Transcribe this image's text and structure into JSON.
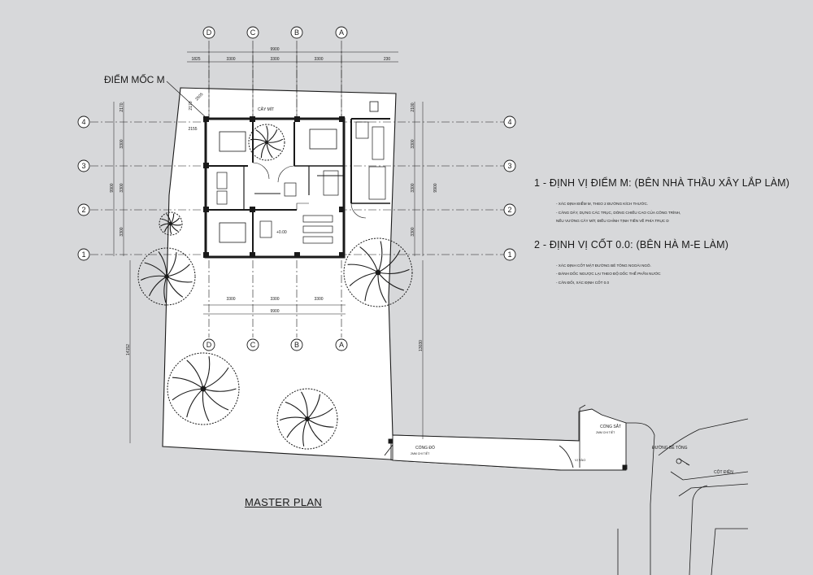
{
  "title": "MASTER PLAN",
  "marker_label": "ĐIỂM MỐC M",
  "grid_axes_vertical": [
    "D",
    "C",
    "B",
    "A"
  ],
  "grid_axes_horizontal": [
    "4",
    "3",
    "2",
    "1"
  ],
  "dimensions": {
    "top_total": "9900",
    "top_segments": [
      "1825",
      "3300",
      "3300",
      "3300",
      "230"
    ],
    "bottom_segments": [
      "3300",
      "3300",
      "3300"
    ],
    "bottom_total": "9900",
    "left_rows": [
      "2170",
      "3300",
      "3300",
      "3300"
    ],
    "left_total": "9900",
    "right_rows": [
      "2100",
      "3300",
      "3300",
      "3300"
    ],
    "right_total": "9900",
    "left_long": "14152",
    "right_long": "13030",
    "inner_top": "2170",
    "inner_left": "2155",
    "diag": "2505"
  },
  "labels": {
    "tree_label": "CÂY MÍT",
    "level": "+0.00",
    "gate_right": "CỔNG SẮT",
    "gate_right_sub": "2MM CHI TIẾT",
    "gate_left": "CỔNG ĐỎ",
    "gate_left_sub": "2MM CHI TIẾT",
    "driveway": "VỊ VÀO",
    "road": "ĐƯỜNG BÊ TÔNG",
    "pole": "CỘT ĐIỆN"
  },
  "notes": {
    "heading1": "1 - ĐỊNH VỊ ĐIỂM M: (BÊN NHÀ THẦU XÂY LẮP LÀM)",
    "items1": [
      "- XÁC ĐỊNH ĐIỂM M, THEO 2 ĐƯỜNG KÍCH THƯỚC.",
      "- CĂNG DÂY, DỰNG CÁC TRỤC, DÓNG CHIẾU CAO CỦA CÔNG TRÌNH,",
      "NẾU VƯỚNG CÂY MÍT, ĐIỀU CHỈNH TỊNH TIẾN VỀ PHÍA TRỤC D"
    ],
    "heading2": "2 - ĐỊNH VỊ CỐT 0.0: (BÊN HÀ M-E LÀM)",
    "items2": [
      "- XÁC ĐỊNH CỐT MẶT ĐƯỜNG BÊ TÔNG NGOÀI NGÕ.",
      "- ĐÁNH DỐC NGƯỢC LẠI THEO ĐỘ DỐC THỂ PHẦN NƯỚC",
      "- CÂN ĐỐI, XÁC ĐỊNH CỐT 0.0"
    ]
  },
  "colors": {
    "background": "#d7d8da",
    "site": "#ffffff",
    "line": "#1a1a1a"
  }
}
